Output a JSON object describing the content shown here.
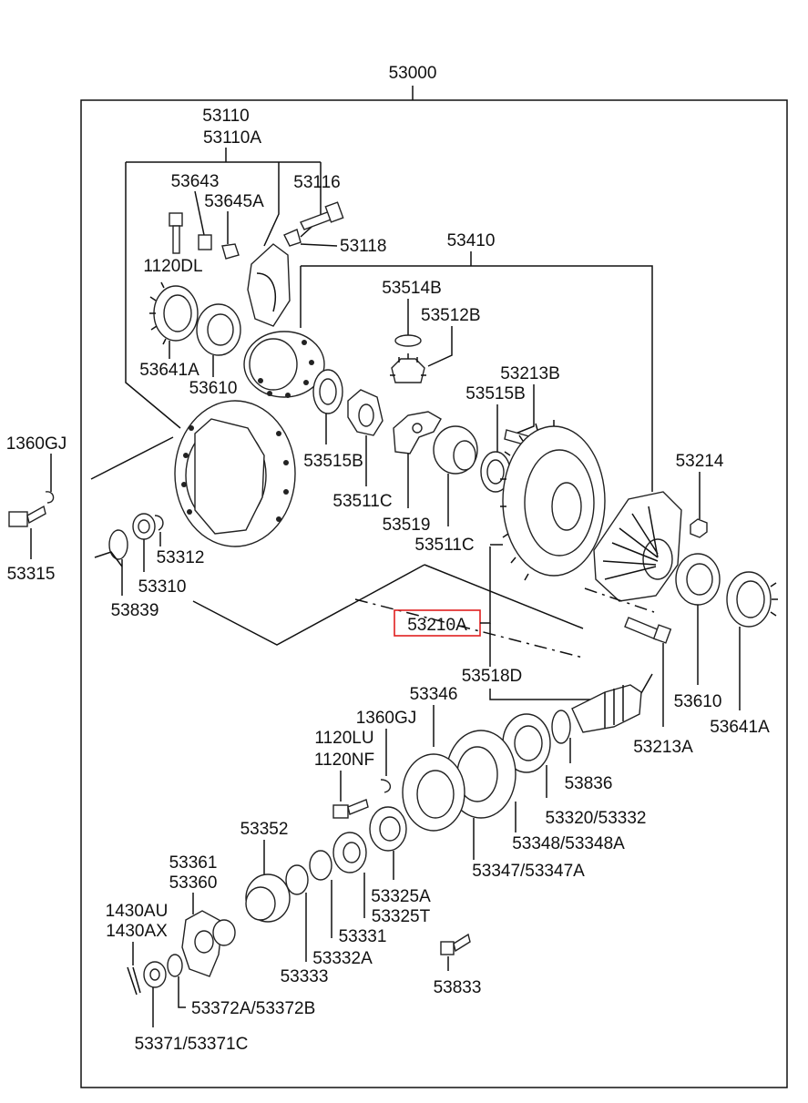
{
  "diagram": {
    "assembly": "53000",
    "highlight": "53210A",
    "highlight_color": "#e02020",
    "labels": {
      "l53110": "53110",
      "l53110A": "53110A",
      "l53643": "53643",
      "l53645A": "53645A",
      "l53116": "53116",
      "l53118": "53118",
      "l1120DL": "1120DL",
      "l53410": "53410",
      "l53514B": "53514B",
      "l53512B": "53512B",
      "l53641A_top": "53641A",
      "l53610_top": "53610",
      "l53213B": "53213B",
      "l53515B_right": "53515B",
      "l53515B_left": "53515B",
      "l1360GJ_left": "1360GJ",
      "l53214": "53214",
      "l53511C_left": "53511C",
      "l53519": "53519",
      "l53511C_right": "53511C",
      "l53315": "53315",
      "l53312": "53312",
      "l53310": "53310",
      "l53839": "53839",
      "l53518D": "53518D",
      "l53610_right": "53610",
      "l53641A_right": "53641A",
      "l53346": "53346",
      "l1360GJ_mid": "1360GJ",
      "l1120LU": "1120LU",
      "l1120NF": "1120NF",
      "l53213A": "53213A",
      "l53836": "53836",
      "l53320": "53320/53332",
      "l53348": "53348/53348A",
      "l53352": "53352",
      "l53347": "53347/53347A",
      "l53361": "53361",
      "l53360": "53360",
      "l53325A": "53325A",
      "l53325T": "53325T",
      "l1430AU": "1430AU",
      "l1430AX": "1430AX",
      "l53331": "53331",
      "l53332A": "53332A",
      "l53333": "53333",
      "l53833": "53833",
      "l53372": "53372A/53372B",
      "l53371": "53371/53371C"
    }
  }
}
